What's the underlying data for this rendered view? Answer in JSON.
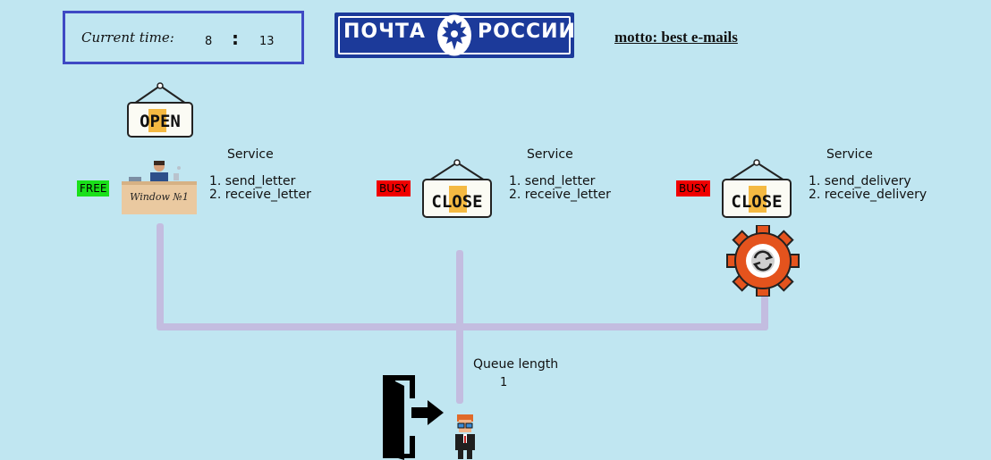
{
  "clock": {
    "label": "Current time:",
    "hours": "8",
    "separator": ":",
    "minutes": "13"
  },
  "logo": {
    "word1": "ПОЧТА",
    "word2": "РОССИИ"
  },
  "motto": "motto: best e-mails",
  "windows": [
    {
      "status": "FREE",
      "sign": "OPEN",
      "desk_label": "Window №1",
      "service_title": "Service",
      "services": [
        "1. send_letter",
        "2. receive_letter"
      ]
    },
    {
      "status": "BUSY",
      "sign": "CLOSE",
      "service_title": "Service",
      "services": [
        "1. send_letter",
        "2. receive_letter"
      ]
    },
    {
      "status": "BUSY",
      "sign": "CLOSE",
      "service_title": "Service",
      "services": [
        "1. send_delivery",
        "2. receive_delivery"
      ]
    }
  ],
  "queue": {
    "label": "Queue length",
    "value": "1"
  },
  "colors": {
    "background": "#c0e6f1",
    "free": "#1ae01a",
    "busy": "#f00000",
    "pipe": "#c3bde0",
    "clock_border": "#3f49c4",
    "logo_blue": "#1c3a9a",
    "gear": "#e4531d"
  },
  "icons": [
    "hanging-open-sign-icon",
    "hanging-close-sign-icon",
    "clerk-desk-icon",
    "gear-refresh-icon",
    "exit-door-icon",
    "customer-icon"
  ]
}
